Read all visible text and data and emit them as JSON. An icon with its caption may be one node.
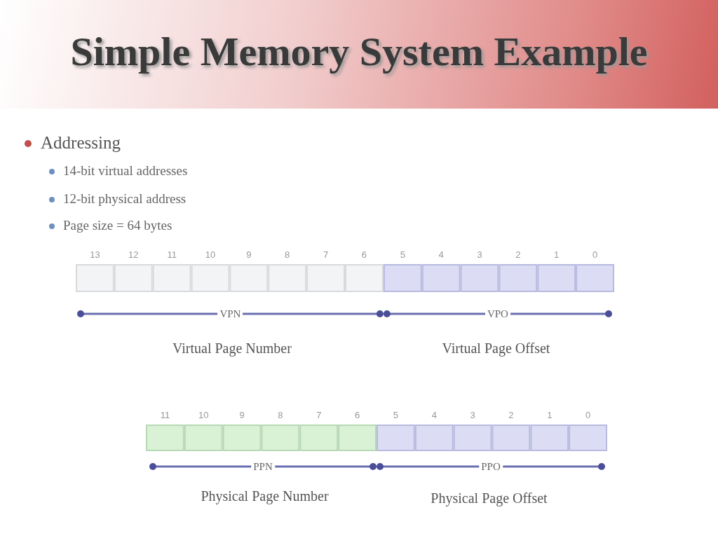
{
  "diagram": {
    "title": "Simple Memory System Example",
    "labels": [
      "Addressing",
      "14-bit virtual addresses",
      "12-bit physical address",
      "Page size = 64 bytes",
      "13",
      "12",
      "11",
      "10",
      "9",
      "8",
      "7",
      "6",
      "5",
      "4",
      "3",
      "2",
      "1",
      "0",
      "VPN",
      "VPO",
      "Virtual Page Number",
      "Virtual Page Offset",
      "11",
      "10",
      "9",
      "8",
      "7",
      "6",
      "5",
      "4",
      "3",
      "2",
      "1",
      "0",
      "PPN",
      "PPO",
      "Physical Page Number",
      "Physical Page Offset"
    ]
  }
}
